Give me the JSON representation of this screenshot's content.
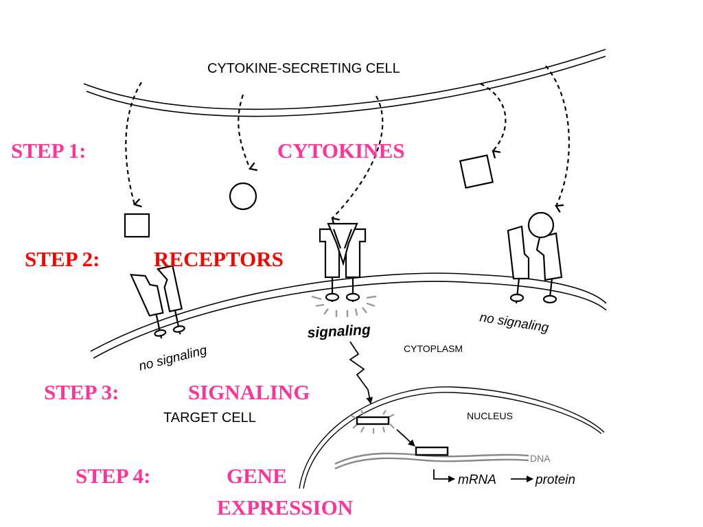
{
  "labels": {
    "secreting_cell": "CYTOKINE-SECRETING CELL",
    "target_cell": "TARGET CELL",
    "cytoplasm": "CYTOPLASM",
    "nucleus": "NUCLEUS",
    "dna": "DNA",
    "mrna": "mRNA",
    "protein": "protein",
    "signaling": "signaling",
    "no_signaling": "no signaling"
  },
  "steps": [
    {
      "step": "STEP 1:",
      "name": "CYTOKINES",
      "color": "#ff3399"
    },
    {
      "step": "STEP 2:",
      "name": "RECEPTORS",
      "color": "#ff0000"
    },
    {
      "step": "STEP 3:",
      "name": "SIGNALING",
      "color": "#ff3399"
    },
    {
      "step": "STEP 4:",
      "name": "GENE",
      "name2": "EXPRESSION",
      "color": "#ff3399"
    }
  ],
  "colors": {
    "line": "#000000",
    "glow": "#999999",
    "dna": "#888888",
    "background": "#ffffff"
  }
}
